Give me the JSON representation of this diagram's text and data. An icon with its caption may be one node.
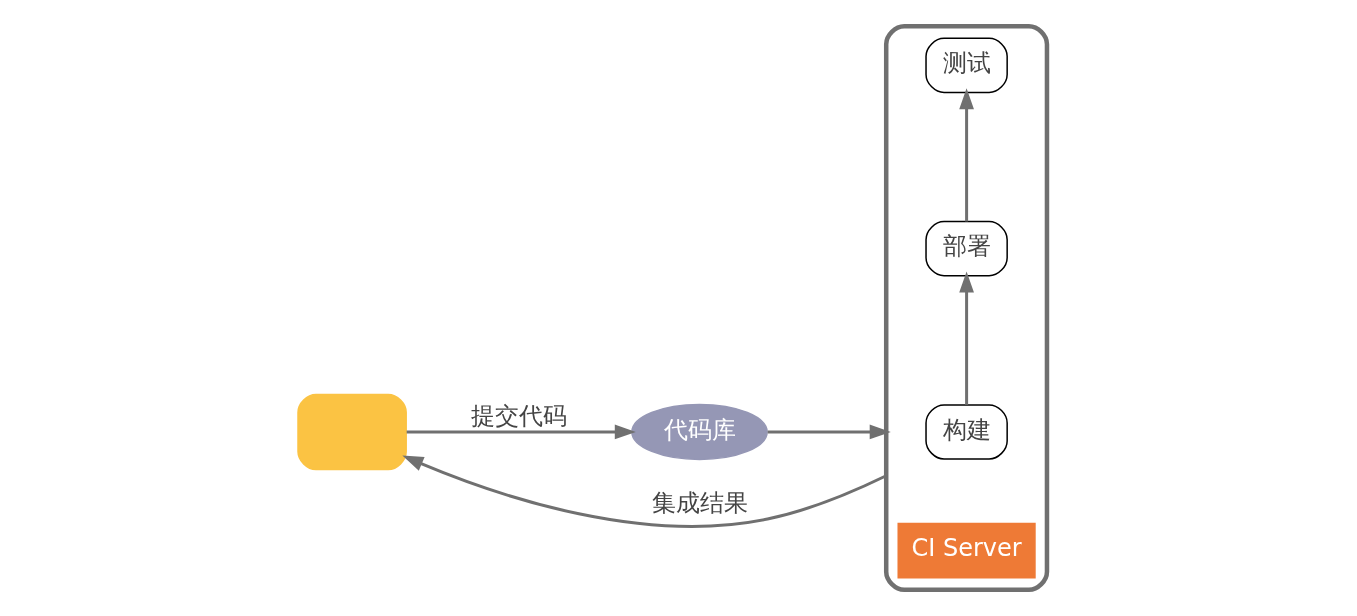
{
  "diagram": {
    "nodes": [
      {
        "text": [],
        "shape": "monitor"
      },
      {
        "text": [
          "代码库"
        ]
      },
      {
        "text": [],
        "shape": "box"
      },
      {
        "text": [
          "构建"
        ],
        "in": 2
      },
      {
        "text": [
          "部署"
        ],
        "in": 2
      },
      {
        "text": [
          "测试"
        ],
        "in": 2
      },
      {
        "text": [
          "CI Server"
        ],
        "in": 2
      }
    ],
    "edges": [
      {
        "from": 0,
        "to": 1,
        "arrow": "to",
        "label": "提交代码"
      },
      {
        "from": 1,
        "to": 2,
        "arrow": "to"
      },
      {
        "from": 2,
        "to": 0,
        "arrow": "to",
        "label": "集成结果"
      },
      {
        "from": 3,
        "to": 4,
        "arrow": "to"
      },
      {
        "from": 4,
        "to": 5,
        "arrow": "to"
      }
    ]
  }
}
